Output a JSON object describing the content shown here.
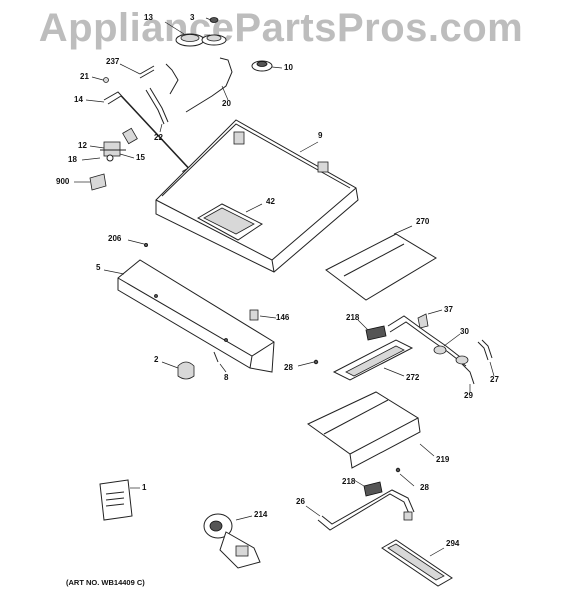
{
  "watermark": "AppliancePartsPros.com",
  "art_number": "(ART NO. WB14409 C)",
  "callouts": {
    "c13": "13",
    "c3": "3",
    "c237": "237",
    "c10": "10",
    "c21": "21",
    "c14": "14",
    "c20": "20",
    "c22": "22",
    "c9": "9",
    "c12": "12",
    "c18": "18",
    "c15": "15",
    "c900": "900",
    "c42": "42",
    "c206": "206",
    "c270": "270",
    "c5": "5",
    "c146": "146",
    "c37": "37",
    "c218a": "218",
    "c30": "30",
    "c2": "2",
    "c8": "8",
    "c28a": "28",
    "c272": "272",
    "c27": "27",
    "c29": "29",
    "c219": "219",
    "c1": "1",
    "c218b": "218",
    "c28b": "28",
    "c26": "26",
    "c214": "214",
    "c294": "294"
  }
}
